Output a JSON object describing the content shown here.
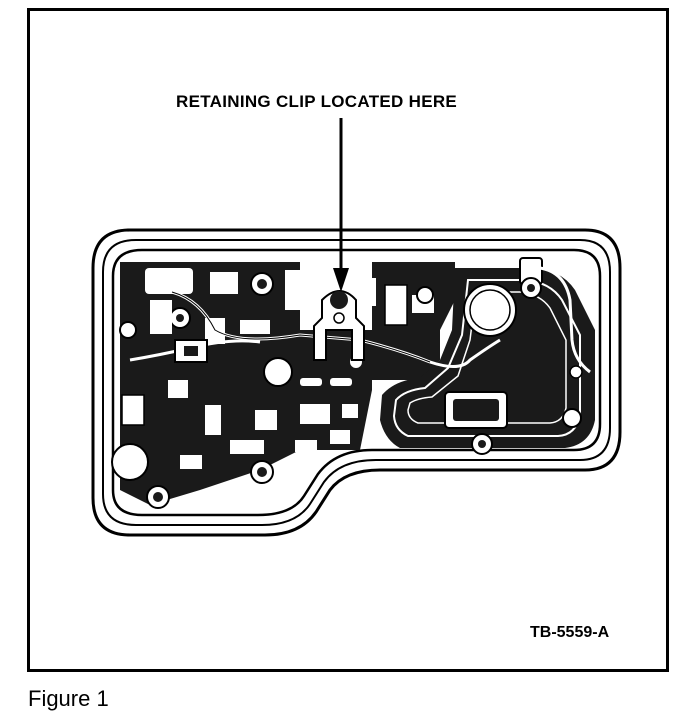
{
  "figure": {
    "callout": "RETAINING CLIP LOCATED HERE",
    "reference": "TB-5559-A",
    "caption": "Figure 1"
  }
}
